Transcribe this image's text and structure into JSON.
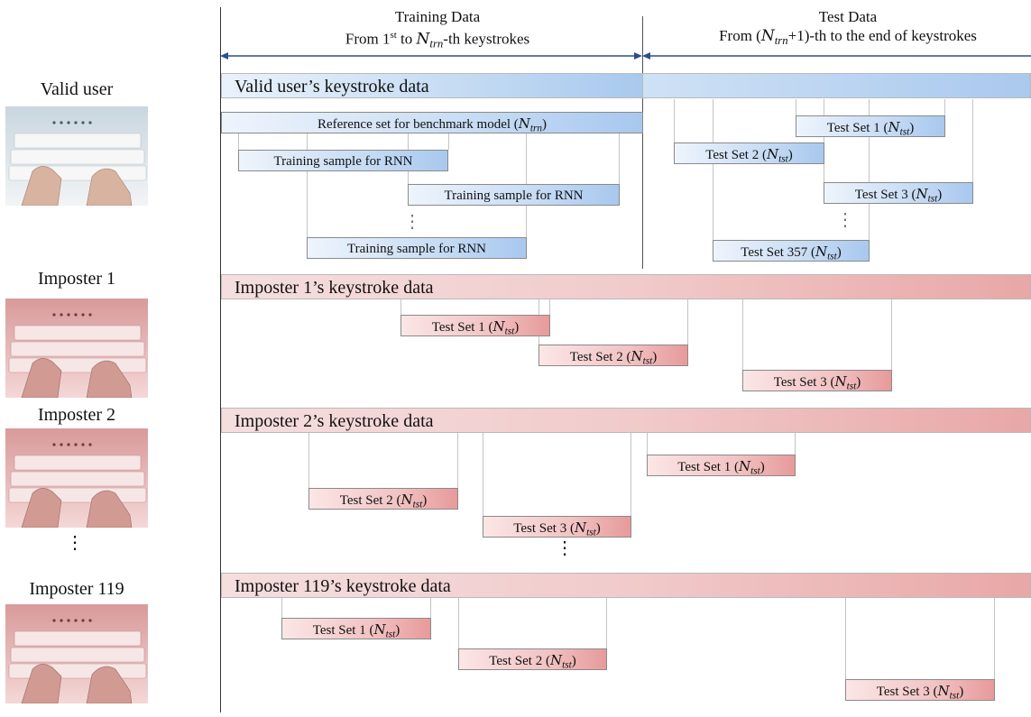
{
  "header": {
    "training_title": "Training Data",
    "training_sub_pre": "From 1",
    "training_sub_sup": "st",
    "training_sub_mid": " to ",
    "training_sub_N": "N",
    "training_sub_Nsub": "trn",
    "training_sub_post": "-th keystrokes",
    "test_title": "Test Data",
    "test_sub_pre": "From (",
    "test_sub_N": "N",
    "test_sub_Nsub": "trn",
    "test_sub_post": "+1)-th to the end of keystrokes"
  },
  "users": [
    {
      "label": "Valid user",
      "color": "#dfe8ee"
    },
    {
      "label": "Imposter 1",
      "color": "#e8b7b7"
    },
    {
      "label": "Imposter 2",
      "color": "#e8b7b7"
    },
    {
      "label": "Imposter 119",
      "color": "#e8b7b7"
    }
  ],
  "ellipsis": "⋮",
  "valid": {
    "band_label": "Valid user’s keystroke data",
    "reference": "Reference set for benchmark model (",
    "ref_N": "N",
    "ref_Nsub": "trn",
    "training_sample": "Training sample for RNN",
    "test_sets": [
      "Test Set 1 (",
      "Test Set 2 (",
      "Test Set 3 (",
      "Test Set 357 ("
    ]
  },
  "imp1": {
    "band_label": "Imposter 1’s keystroke data",
    "test_sets": [
      "Test Set 1 (",
      "Test Set 2 (",
      "Test Set 3 ("
    ]
  },
  "imp2": {
    "band_label": "Imposter 2’s keystroke data",
    "test_sets": [
      "Test Set 1 (",
      "Test Set 2 (",
      "Test Set 3 ("
    ]
  },
  "imp119": {
    "band_label": "Imposter 119’s keystroke data",
    "test_sets": [
      "Test Set 1 (",
      "Test Set 2 (",
      "Test Set 3 ("
    ]
  },
  "tst": {
    "N": "N",
    "sub": "tst",
    "close": ")"
  },
  "colors": {
    "blue_box": "#c7dcf4",
    "red_box": "#f2c3c3",
    "arrow": "#2b4f8c"
  }
}
